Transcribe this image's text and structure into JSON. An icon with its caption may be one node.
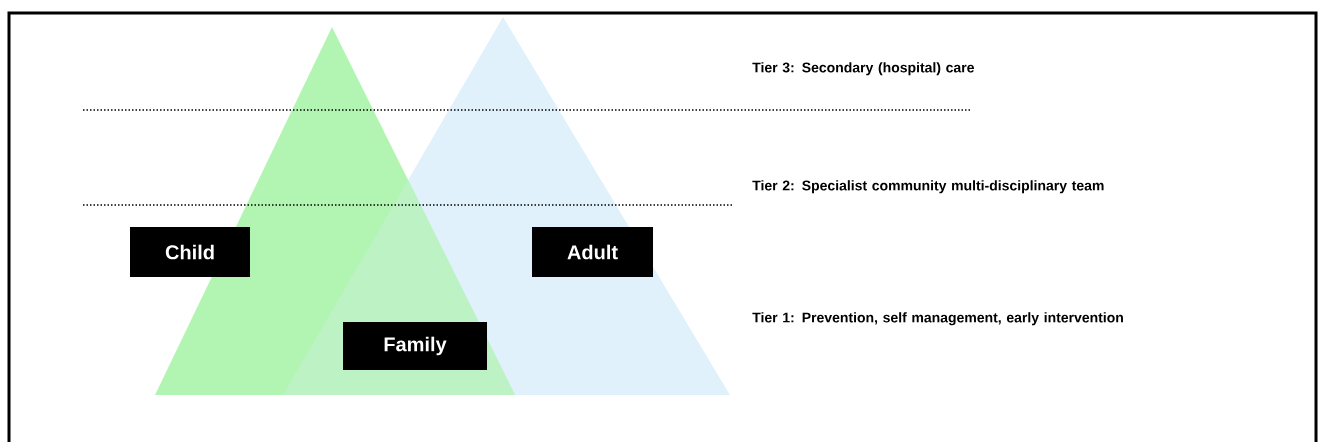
{
  "diagram": {
    "nodes": [
      {
        "text": [
          "Child"
        ]
      },
      {
        "text": [
          "Adult"
        ]
      },
      {
        "text": [
          "Family"
        ]
      }
    ],
    "labels": [
      "Tier 3: Secondary (hospital) care",
      "Tier 2: Specialist community multi-disciplinary team",
      "Tier 1: Prevention, self management, early intervention"
    ]
  }
}
